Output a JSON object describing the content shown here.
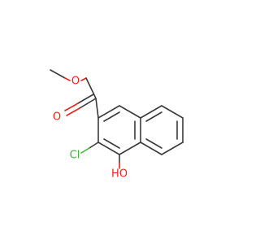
{
  "molecule": {
    "atoms": {
      "ester_oxygen": {
        "label": "O",
        "color": "#e8231f"
      },
      "carbonyl_oxygen": {
        "label": "O",
        "color": "#e8231f"
      },
      "chlorine": {
        "label": "Cl",
        "color": "#3cb43c"
      },
      "hydroxyl": {
        "label": "HO",
        "color": "#e8231f"
      }
    },
    "colors": {
      "bond": "#3a3a3a",
      "oxygen": "#e8231f",
      "chlorine": "#3cb43c",
      "background": "#ffffff"
    }
  }
}
